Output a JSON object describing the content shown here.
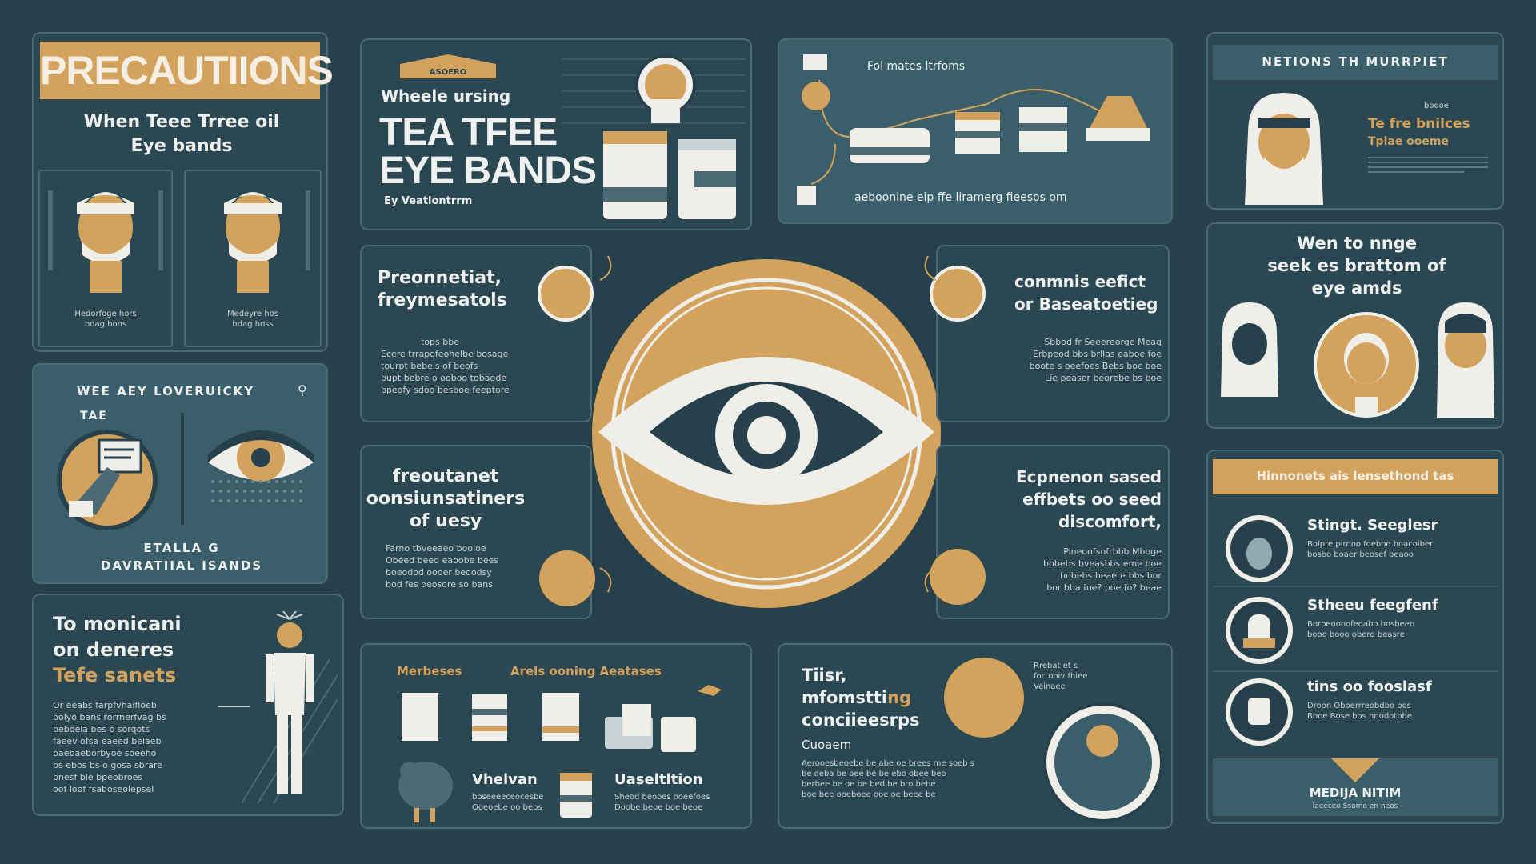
{
  "colors": {
    "background": "#27414c",
    "panel": "#2a4752",
    "panel_light": "#3a5f6b",
    "gold": "#d3a35d",
    "cream": "#f0eee8",
    "border": "#4d6a74"
  },
  "precautions": {
    "title": "PRECAUTIIONS",
    "subtitle_line1": "When Teee Trree oil",
    "subtitle_line2": "Eye bands",
    "fig1_caption_line1": "Hedorfoge hors",
    "fig1_caption_line2": "bdag bons",
    "fig2_caption_line1": "Medeyre hos",
    "fig2_caption_line2": "bdag hoss"
  },
  "hero": {
    "badge": "ASOERO",
    "intro": "Wheele ursing",
    "title_line1": "TEA TFEE",
    "title_line2": "EYE BANDS",
    "byline": "Ey Veatlontrrm"
  },
  "process": {
    "label": "Fol mates ltrfoms",
    "caption": "aeboonine eip ffe liramerg fieesos om"
  },
  "notices": {
    "header": "NETIONS TH MURRPIET",
    "caption": "boooe",
    "title_line1": "Te fre bnilces",
    "title_line2": "Tplae ooeme"
  },
  "allergy": {
    "header": "WEE AEY LOVERUICKY",
    "label": "TAE",
    "footer_line1": "ETALLA G",
    "footer_line2": "DAVRATIIAL ISANDS"
  },
  "monitor": {
    "title_line1": "To monicani",
    "title_line2": "on deneres",
    "title_line3": "Tefe sanets",
    "body": [
      "Or eeabs farpfvhaifloeb",
      "bolyo bans rorrnerfvag bs",
      "beboela bes o sorqots",
      "faeev ofsa eaeed belaeb",
      "baebaeborbyoe soeeho",
      "bs ebos bs o gosa sbrare",
      "bnesf ble bpeobroes",
      "oof loof fsaboseolepsel"
    ]
  },
  "center": {
    "pregnancy_title_line1": "Preonnetiat,",
    "pregnancy_title_line2": "freymesatols",
    "pregnancy_body": [
      "tops bbe",
      "Ecere trrapofeohelbe bosage",
      "tourpt bebels of beofs",
      "bupt bebre o ooboo tobagde",
      "bpeofy sdoo besboe feeptore"
    ],
    "frequent_title_line1": "freoutanet",
    "frequent_title_line2": "oonsiunsatiners",
    "frequent_title_line3": "of uesy",
    "frequent_body": [
      "Farno tbveeaeo booloe",
      "Obeed beed eaoobe bees",
      "boeodod oooer beoodsy",
      "bod fes beosore so bans"
    ],
    "common_title_line1": "conmnis eefict",
    "common_title_line2": "or Baseatoetieg",
    "common_body": [
      "Sbbod fr Seeereorge Meag",
      "Erbpeod bbs brllas eaboe foe",
      "boote s oeefoes Bebs boc boe",
      "Lie peaser beorebe bs boe"
    ],
    "expression_title_line1": "Ecpnenon sased",
    "expression_title_line2": "effbets oo seed",
    "expression_title_line3": "discomfort,",
    "expression_body": [
      "Pineoofsofrbbb Mboge",
      "bobebs bveasbbs eme boe",
      "bobebs beaere bbs bor",
      "bor bba foe? poe fo? beae"
    ]
  },
  "when_to_seek": {
    "title_line1": "Wen to nnge",
    "title_line2": "seek es brattom of",
    "title_line3": "eye amds"
  },
  "symptoms": {
    "header": "Hinnonets ais lensethond tas",
    "items": [
      {
        "title": "Stingt. Seeglesr",
        "line1": "Bolpre pirnoo foeboo boacoiber",
        "line2": "bosbo boaer beosef beaoo"
      },
      {
        "title": "Stheeu feegfenf",
        "line1": "Borpeoooofeoabo bosbeeo",
        "line2": "booo booo oberd beasre"
      },
      {
        "title": "tins oo fooslasf",
        "line1": "Droon Oboerrreobdbo bos",
        "line2": "Bboe Bose bos nnodotbbe"
      }
    ],
    "footer_label": "MEDIJA NITIM",
    "footer_caption": "laeeceo Ssomo en neos"
  },
  "materials": {
    "label1": "Merbeses",
    "label2": "Arels ooning Aeatases",
    "vivian_title": "Vhelvan",
    "vivian_line1": "boseeeeceocesbe",
    "vivian_line2": "Ooeoebe oo bebs",
    "usage_title": "Uaseltltion",
    "usage_line1": "Sheod beooes ooeefoes",
    "usage_line2": "Doobe beoe boe beoe"
  },
  "first": {
    "title_line1": "Tiisr,",
    "title_line2_a": "mfomstti",
    "title_line2_b": "ng",
    "title_line3": "conciieesrps",
    "label": "Cuoaem",
    "body": [
      "Aerooesbeoebe be abe oe brees me soeb s",
      "be oeba be oee be be ebo obee beo",
      "berbee be oe be bed be bro bebe",
      "boe bee ooeboee ooe oe beee be"
    ],
    "aside_line1": "Rrebat et s",
    "aside_line2": "foc ooiv fhiee",
    "aside_line3": "Vainaee"
  }
}
